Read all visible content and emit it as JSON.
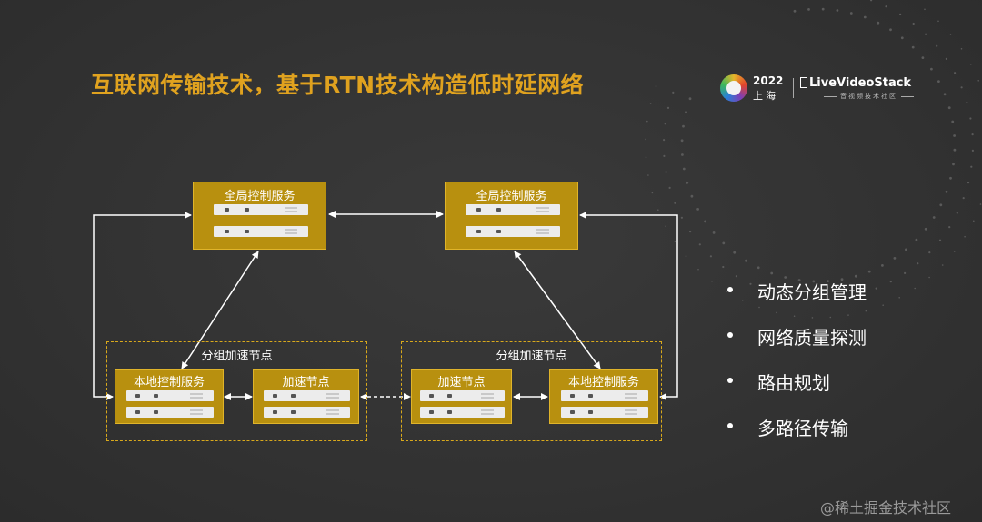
{
  "title": "互联网传输技术，基于RTN技术构造低时延网络",
  "logo": {
    "year": "2022",
    "city": "上海",
    "brand": "LiveVideoStack",
    "subtitle": "音视频技术社区"
  },
  "diagram": {
    "global_left": {
      "label": "全局控制服务"
    },
    "global_right": {
      "label": "全局控制服务"
    },
    "group_left": {
      "label": "分组加速节点",
      "local_control": "本地控制服务",
      "accel_node": "加速节点"
    },
    "group_right": {
      "label": "分组加速节点",
      "accel_node": "加速节点",
      "local_control": "本地控制服务"
    }
  },
  "bullets": [
    "动态分组管理",
    "网络质量探测",
    "路由规划",
    "多路径传输"
  ],
  "watermark": "@稀土掘金技术社区",
  "colors": {
    "accent": "#e0a21f",
    "box_fill": "#b8900f",
    "background": "#333333"
  }
}
